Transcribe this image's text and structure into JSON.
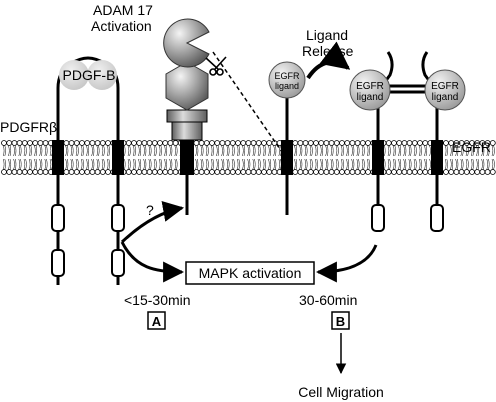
{
  "labels": {
    "adam17_line1": "ADAM 17",
    "adam17_line2": "Activation",
    "pdgfb": "PDGF-B",
    "pdgfr": "PDGFRβ",
    "ligand_release_line1": "Ligand",
    "ligand_release_line2": "Release",
    "egfr_ligand_line1": "EGFR",
    "egfr_ligand_line2": "ligand",
    "egfr": "EGFR",
    "question": "?",
    "mapk": "MAPK activation",
    "time_a": "<15-30min",
    "time_b": "30-60min",
    "box_a": "A",
    "box_b": "B",
    "cell_migration": "Cell Migration"
  },
  "icons": [
    "scissors-icon"
  ]
}
